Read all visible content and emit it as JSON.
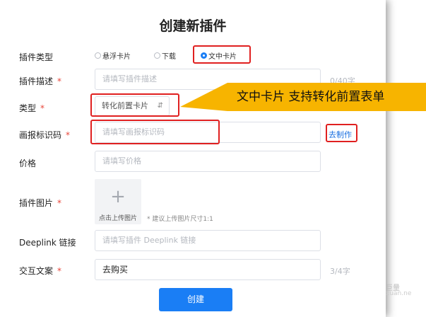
{
  "dialog": {
    "title": "创建新插件"
  },
  "fields": {
    "plugin_type": {
      "label": "插件类型",
      "options": [
        "悬浮卡片",
        "下载",
        "文中卡片"
      ],
      "selected": "文中卡片"
    },
    "description": {
      "label": "插件描述",
      "required_mark": "*",
      "placeholder": "请填写插件描述",
      "counter": "0/40字"
    },
    "category": {
      "label": "类型",
      "required_mark": "*",
      "value": "转化前置卡片"
    },
    "code": {
      "label": "画报标识码",
      "required_mark": "*",
      "placeholder": "请填写画报标识码",
      "link": "去制作"
    },
    "price": {
      "label": "价格",
      "placeholder": "请填写价格"
    },
    "image": {
      "label": "插件图片",
      "required_mark": "*",
      "upload_label": "点击上传图片",
      "hint": "* 建议上传图片尺寸1:1"
    },
    "deeplink": {
      "label": "Deeplink 链接",
      "placeholder": "请填写插件 Deeplink 链接"
    },
    "copy": {
      "label": "交互文案",
      "required_mark": "*",
      "value": "去购买",
      "counter": "3/4字"
    }
  },
  "actions": {
    "create": "创建"
  },
  "annotation": {
    "callout_text": "文中卡片 支持转化前置表单"
  },
  "watermark": {
    "line1": "巨量",
    "line2": "xuan.ne"
  },
  "colors": {
    "primary": "#1a7ef5",
    "highlight": "#e02020",
    "callout": "#f7b400"
  }
}
